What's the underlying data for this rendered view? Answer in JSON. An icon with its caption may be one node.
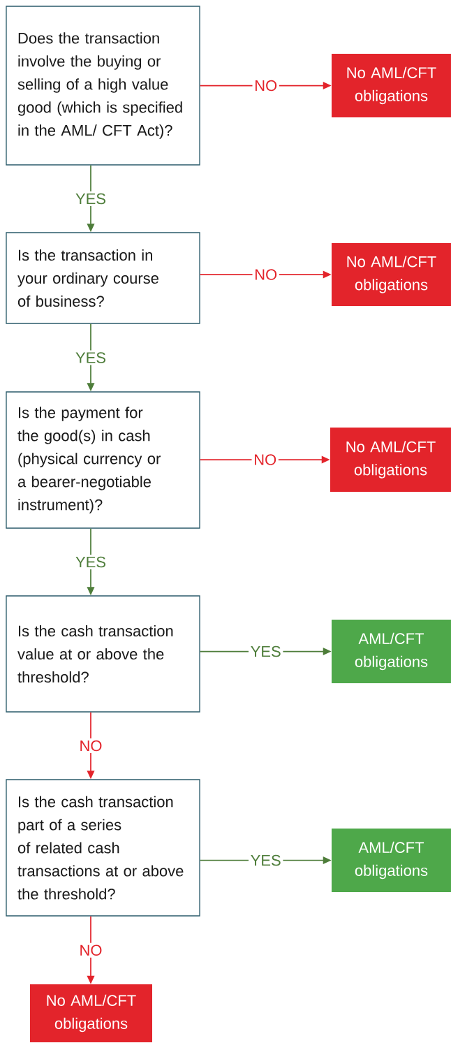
{
  "diagram": {
    "nodes": [
      {
        "text": [
          "Does the transaction involve the buying or selling of a high value good (which is specified in the AML/ CFT Act)?"
        ]
      },
      {
        "text": [
          "No AML/CFT obligations"
        ]
      },
      {
        "text": [
          "Is the transaction in your ordinary course of business?"
        ]
      },
      {
        "text": [
          "No AML/CFT obligations"
        ]
      },
      {
        "text": [
          "Is the payment for the good(s) in cash (physical currency or a bearer-negotiable instrument)?"
        ]
      },
      {
        "text": [
          "No AML/CFT obligations"
        ]
      },
      {
        "text": [
          "Is the cash transaction value at or above the threshold?"
        ]
      },
      {
        "text": [
          "AML/CFT obligations"
        ]
      },
      {
        "text": [
          "Is the cash transaction part of a series of related cash transactions at or above the threshold?"
        ]
      },
      {
        "text": [
          "AML/CFT obligations"
        ]
      },
      {
        "text": [
          "No AML/CFT obligations"
        ]
      }
    ],
    "edges": [
      {
        "from": 0,
        "to": 1,
        "arrow": "to",
        "label": "NO",
        "color": "#e3242b"
      },
      {
        "from": 0,
        "to": 2,
        "arrow": "to",
        "label": "YES",
        "color": "#4e7d3a"
      },
      {
        "from": 2,
        "to": 3,
        "arrow": "to",
        "label": "NO",
        "color": "#e3242b"
      },
      {
        "from": 2,
        "to": 4,
        "arrow": "to",
        "label": "YES",
        "color": "#4e7d3a"
      },
      {
        "from": 4,
        "to": 5,
        "arrow": "to",
        "label": "NO",
        "color": "#e3242b"
      },
      {
        "from": 4,
        "to": 6,
        "arrow": "to",
        "label": "YES",
        "color": "#4e7d3a"
      },
      {
        "from": 6,
        "to": 7,
        "arrow": "to",
        "label": "YES",
        "color": "#4e7d3a"
      },
      {
        "from": 6,
        "to": 8,
        "arrow": "to",
        "label": "NO",
        "color": "#e3242b"
      },
      {
        "from": 8,
        "to": 9,
        "arrow": "to",
        "label": "YES",
        "color": "#4e7d3a"
      },
      {
        "from": 8,
        "to": 10,
        "arrow": "to",
        "label": "NO",
        "color": "#e3242b"
      }
    ]
  }
}
